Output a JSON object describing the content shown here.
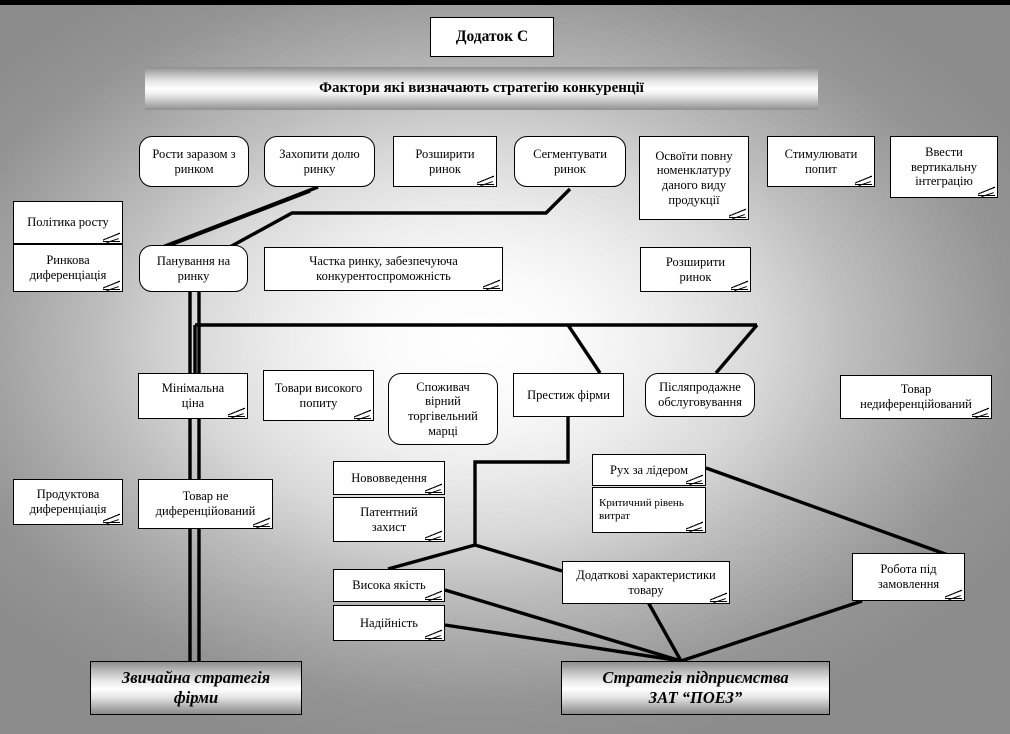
{
  "page": {
    "appendix_label": "Додаток С",
    "banner_title": "Фактори які визначають стратегію конкуренції",
    "background_accent": "#8c8c8c",
    "line_color": "#000000",
    "node_fill": "#ffffff"
  },
  "nodes": {
    "grow_with_market": {
      "label": "Рости заразом з\nринком"
    },
    "capture_share": {
      "label": "Захопити долю\nринку"
    },
    "expand_market_top": {
      "label": "Розширити\nринок"
    },
    "segment_market": {
      "label": "Сегментувати\nринок"
    },
    "full_nomenclature": {
      "label": "Освоїти повну\nноменклатуру\nданого виду\nпродукції"
    },
    "stimulate_demand": {
      "label": "Стимулювати\nпопит"
    },
    "vertical_integration": {
      "label": "Ввести\nвертикальну\nінтеграцію"
    },
    "growth_policy": {
      "label": "Політика росту"
    },
    "market_differentiation": {
      "label": "Ринкова\nдиференціація"
    },
    "market_domination": {
      "label": "Панування на\nринку"
    },
    "market_share_competitive": {
      "label": "Частка ринку, забезпечуюча\nконкурентоспроможність"
    },
    "expand_market_mid": {
      "label": "Розширити\nринок"
    },
    "minimal_price": {
      "label": "Мінімальна\nціна"
    },
    "high_demand_goods": {
      "label": "Товари високого\nпопиту"
    },
    "loyal_consumer": {
      "label": "Споживач\nвірний\nторгівельний\nмарці"
    },
    "firm_prestige": {
      "label": "Престиж фірми"
    },
    "after_sales_service": {
      "label": "Післяпродажне\nобслуговування"
    },
    "undifferentiated_product": {
      "label": "Товар\nнедиференційований"
    },
    "product_differentiation": {
      "label": "Продуктова\nдиференціація"
    },
    "product_not_diff": {
      "label": "Товар не\nдиференційований"
    },
    "innovations": {
      "label": "Нововведення"
    },
    "patent_protection": {
      "label": "Патентний\nзахист"
    },
    "follow_the_leader": {
      "label": "Рух за лідером"
    },
    "critical_cost_level": {
      "label": "Критичний рівень\nвитрат"
    },
    "high_quality": {
      "label": "Висока якість"
    },
    "reliability": {
      "label": "Надійність"
    },
    "extra_product_features": {
      "label": "Додаткові характеристики\nтовару"
    },
    "made_to_order": {
      "label": "Робота під\nзамовлення"
    },
    "usual_firm_strategy": {
      "label": "Звичайна стратегія\nфірми"
    },
    "enterprise_strategy": {
      "label": "Стратегія підприємства\nЗАТ “ПОЕЗ”"
    }
  }
}
